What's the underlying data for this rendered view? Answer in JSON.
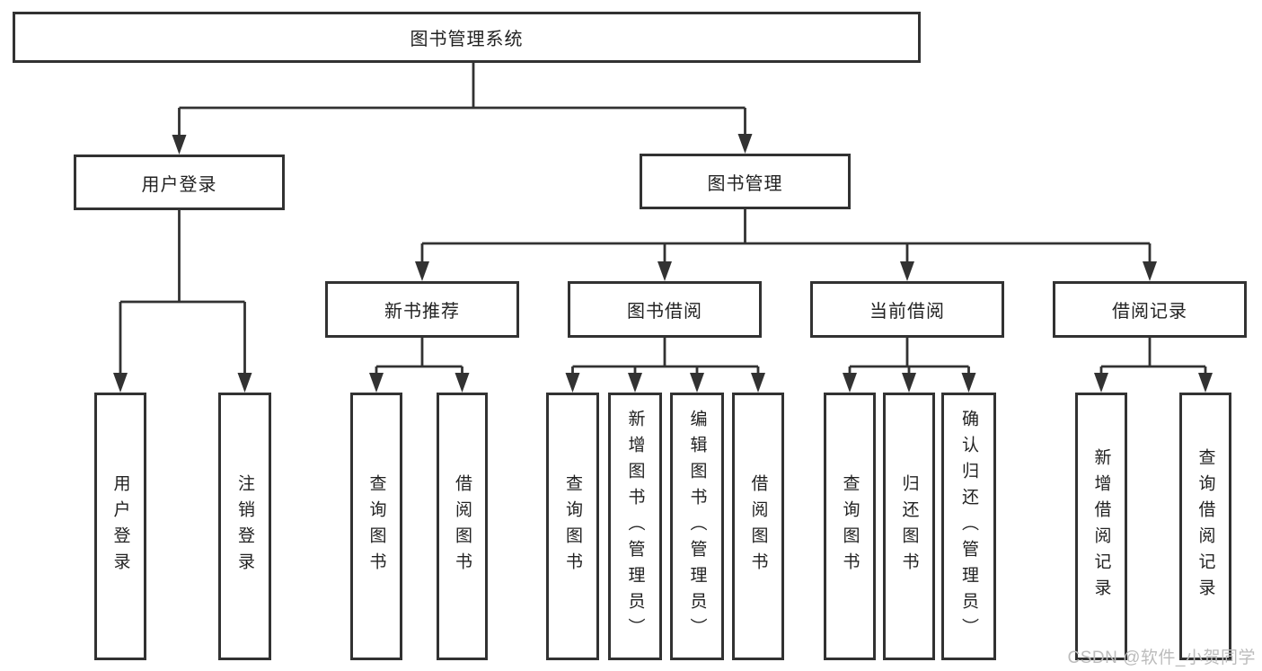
{
  "colors": {
    "line": "#323232",
    "box_border": "#323232",
    "text": "#222222",
    "watermark": "#bcbcbc",
    "background": "#ffffff"
  },
  "nodes": {
    "root": {
      "label": "图书管理系统",
      "children": [
        {
          "label": "用户登录",
          "children": [
            {
              "label": "用户登录"
            },
            {
              "label": "注销登录"
            }
          ]
        },
        {
          "label": "图书管理",
          "children": [
            {
              "label": "新书推荐",
              "children": [
                {
                  "label": "查询图书"
                },
                {
                  "label": "借阅图书"
                }
              ]
            },
            {
              "label": "图书借阅",
              "children": [
                {
                  "label": "查询图书"
                },
                {
                  "label": "新增图书（管理员）"
                },
                {
                  "label": "编辑图书（管理员）"
                },
                {
                  "label": "借阅图书"
                }
              ]
            },
            {
              "label": "当前借阅",
              "children": [
                {
                  "label": "查询图书"
                },
                {
                  "label": "归还图书"
                },
                {
                  "label": "确认归还（管理员）"
                }
              ]
            },
            {
              "label": "借阅记录",
              "children": [
                {
                  "label": "新增借阅记录"
                },
                {
                  "label": "查询借阅记录"
                }
              ]
            }
          ]
        }
      ]
    }
  },
  "watermark": {
    "text": "CSDN @软件_小贺同学"
  }
}
